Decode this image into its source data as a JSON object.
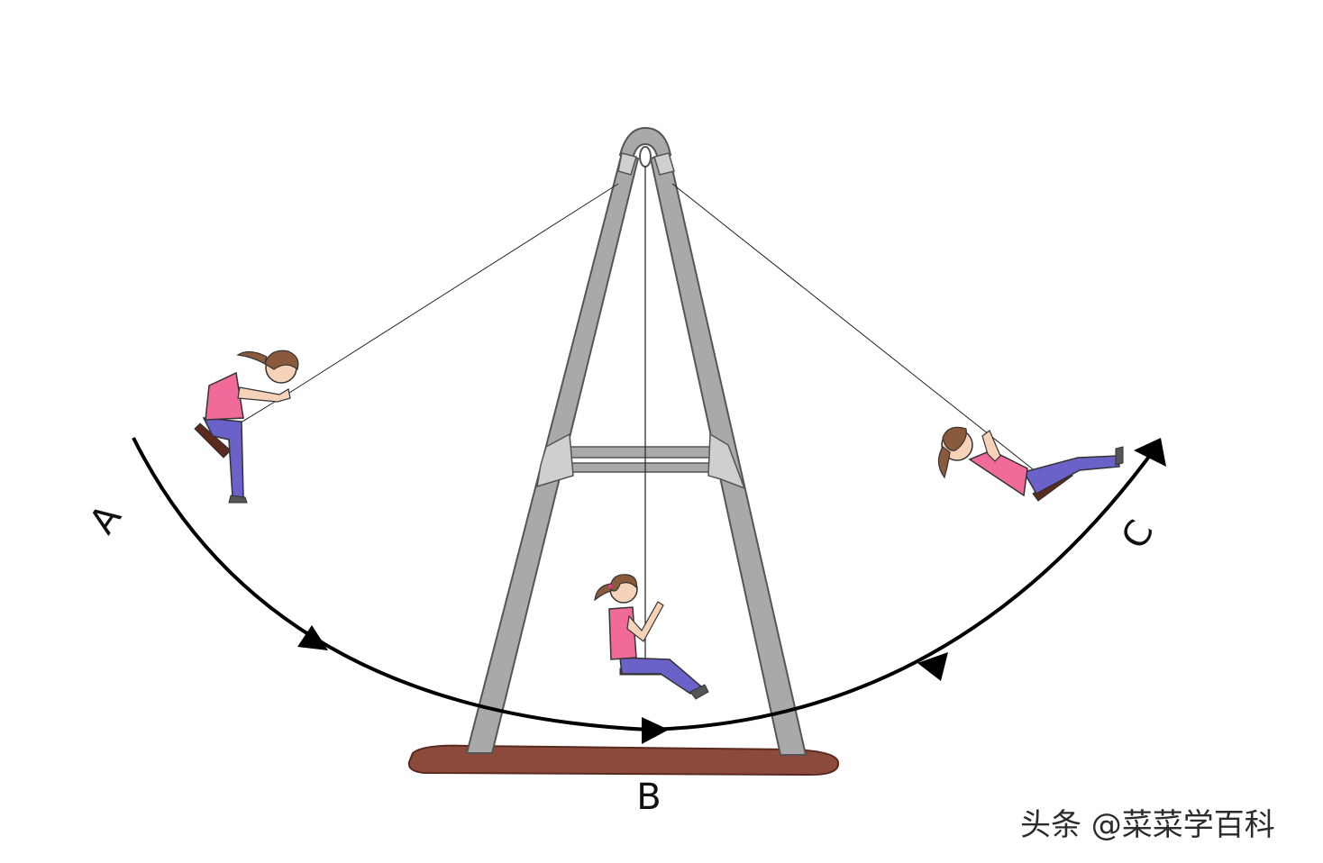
{
  "labels": {
    "a": "A",
    "b": "B",
    "c": "C"
  },
  "watermark": "头条 @菜菜学百科",
  "colors": {
    "frame": "#a9a9a9",
    "frame_outline": "#5a5a5a",
    "base": "#8b4a3c",
    "shirt": "#f06a9a",
    "pants": "#6a62c8",
    "hair": "#8a5a3c",
    "skin": "#f6d2b8",
    "seat": "#5a2a1e",
    "path": "#000000"
  }
}
